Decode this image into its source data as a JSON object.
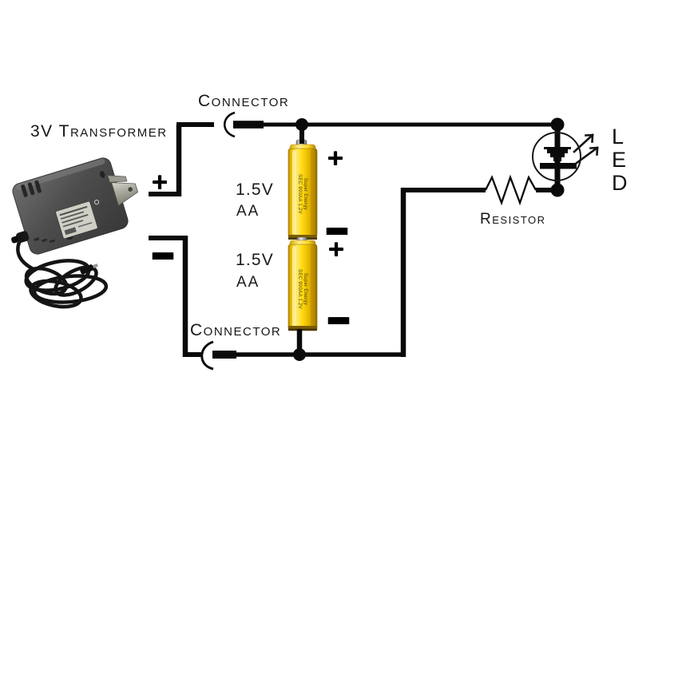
{
  "labels": {
    "transformer": "3V Transformer",
    "connector_top": "Connector",
    "connector_bottom": "Connector",
    "resistor": "Resistor"
  },
  "led": {
    "letters": [
      "L",
      "E",
      "D"
    ]
  },
  "batteries": [
    {
      "voltage": "1.5V",
      "size": "AA",
      "print_line1": "Super Energy",
      "print_line2": "SEC 900AA 1.2V"
    },
    {
      "voltage": "1.5V",
      "size": "AA",
      "print_line1": "Super Energy",
      "print_line2": "SEC 900AA 1.2V"
    }
  ],
  "polarity": {
    "transformer_plus": "+",
    "transformer_minus": "−",
    "battery1_plus": "+",
    "battery1_minus": "−",
    "battery2_plus": "+",
    "battery2_minus": "−"
  },
  "colors": {
    "background": "#ffffff",
    "wire": "#0a0a0a",
    "battery_yellow": "#f6d60a",
    "battery_highlight": "#fff2a0",
    "battery_shade": "#b98e00",
    "adapter_gray": "#4d4d4d",
    "prong_silver": "#b9b9ad"
  }
}
